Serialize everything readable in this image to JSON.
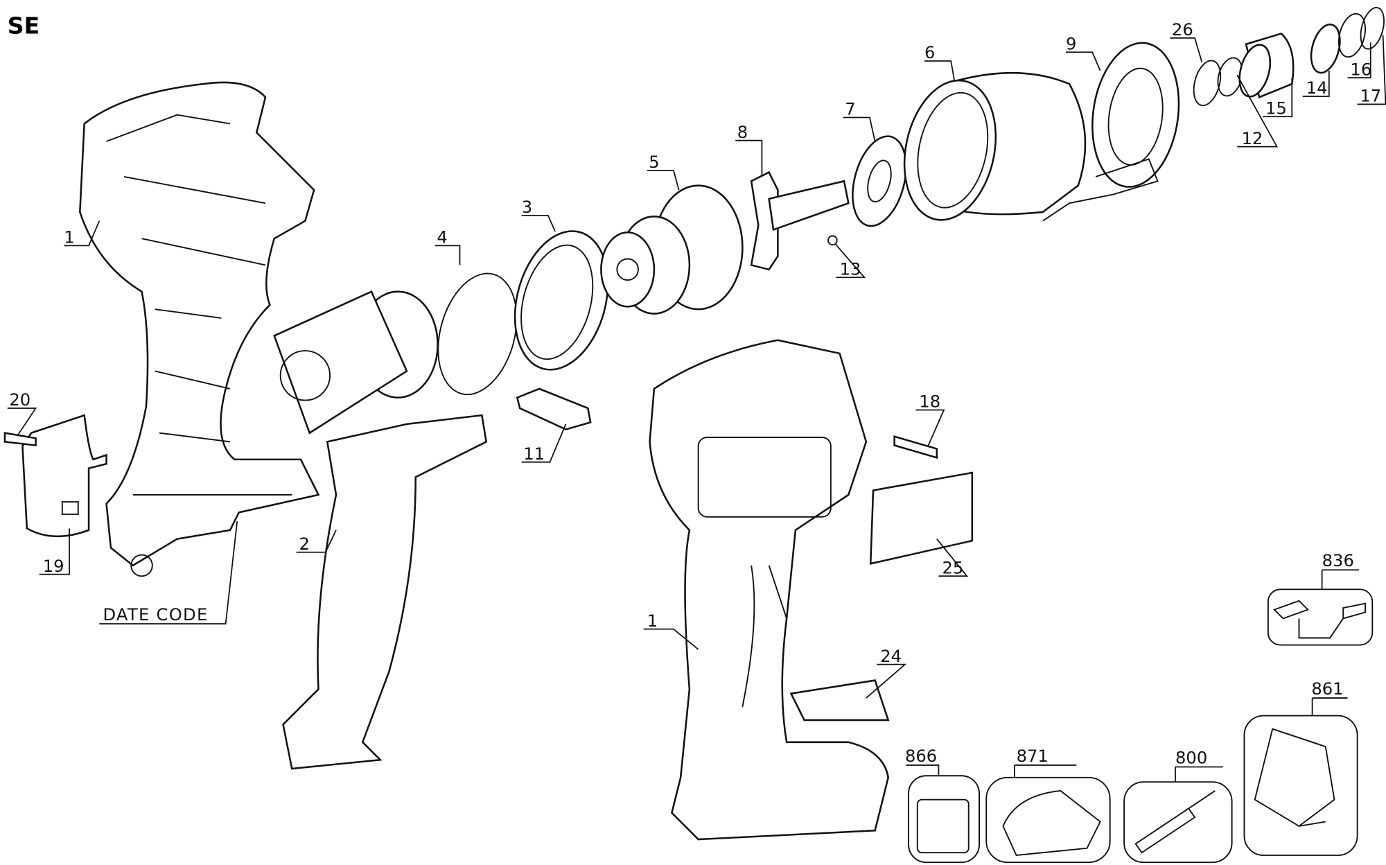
{
  "diagram": {
    "view_label": "SE",
    "callouts": {
      "housing_left": "1",
      "motor": "2",
      "ring_gear": "3",
      "o_ring": "4",
      "gear_assembly": "5",
      "gear_case": "6",
      "washer": "7",
      "anvil": "8",
      "nose_cover": "9",
      "ball": "13",
      "magnet": "11",
      "screw_18": "18",
      "screw_20": "20",
      "clip": "19",
      "date_code": "DATE CODE",
      "label_25": "25",
      "housing_right": "1",
      "label_24": "24",
      "ring_26": "26",
      "ring_12": "12",
      "sleeve_15": "15",
      "spring_14": "14",
      "ring_16": "16",
      "ring_17": "17"
    },
    "accessories": {
      "toolbox": "836",
      "kit_box": "861",
      "battery": "866",
      "charger": "871",
      "grease_gun": "800"
    }
  }
}
